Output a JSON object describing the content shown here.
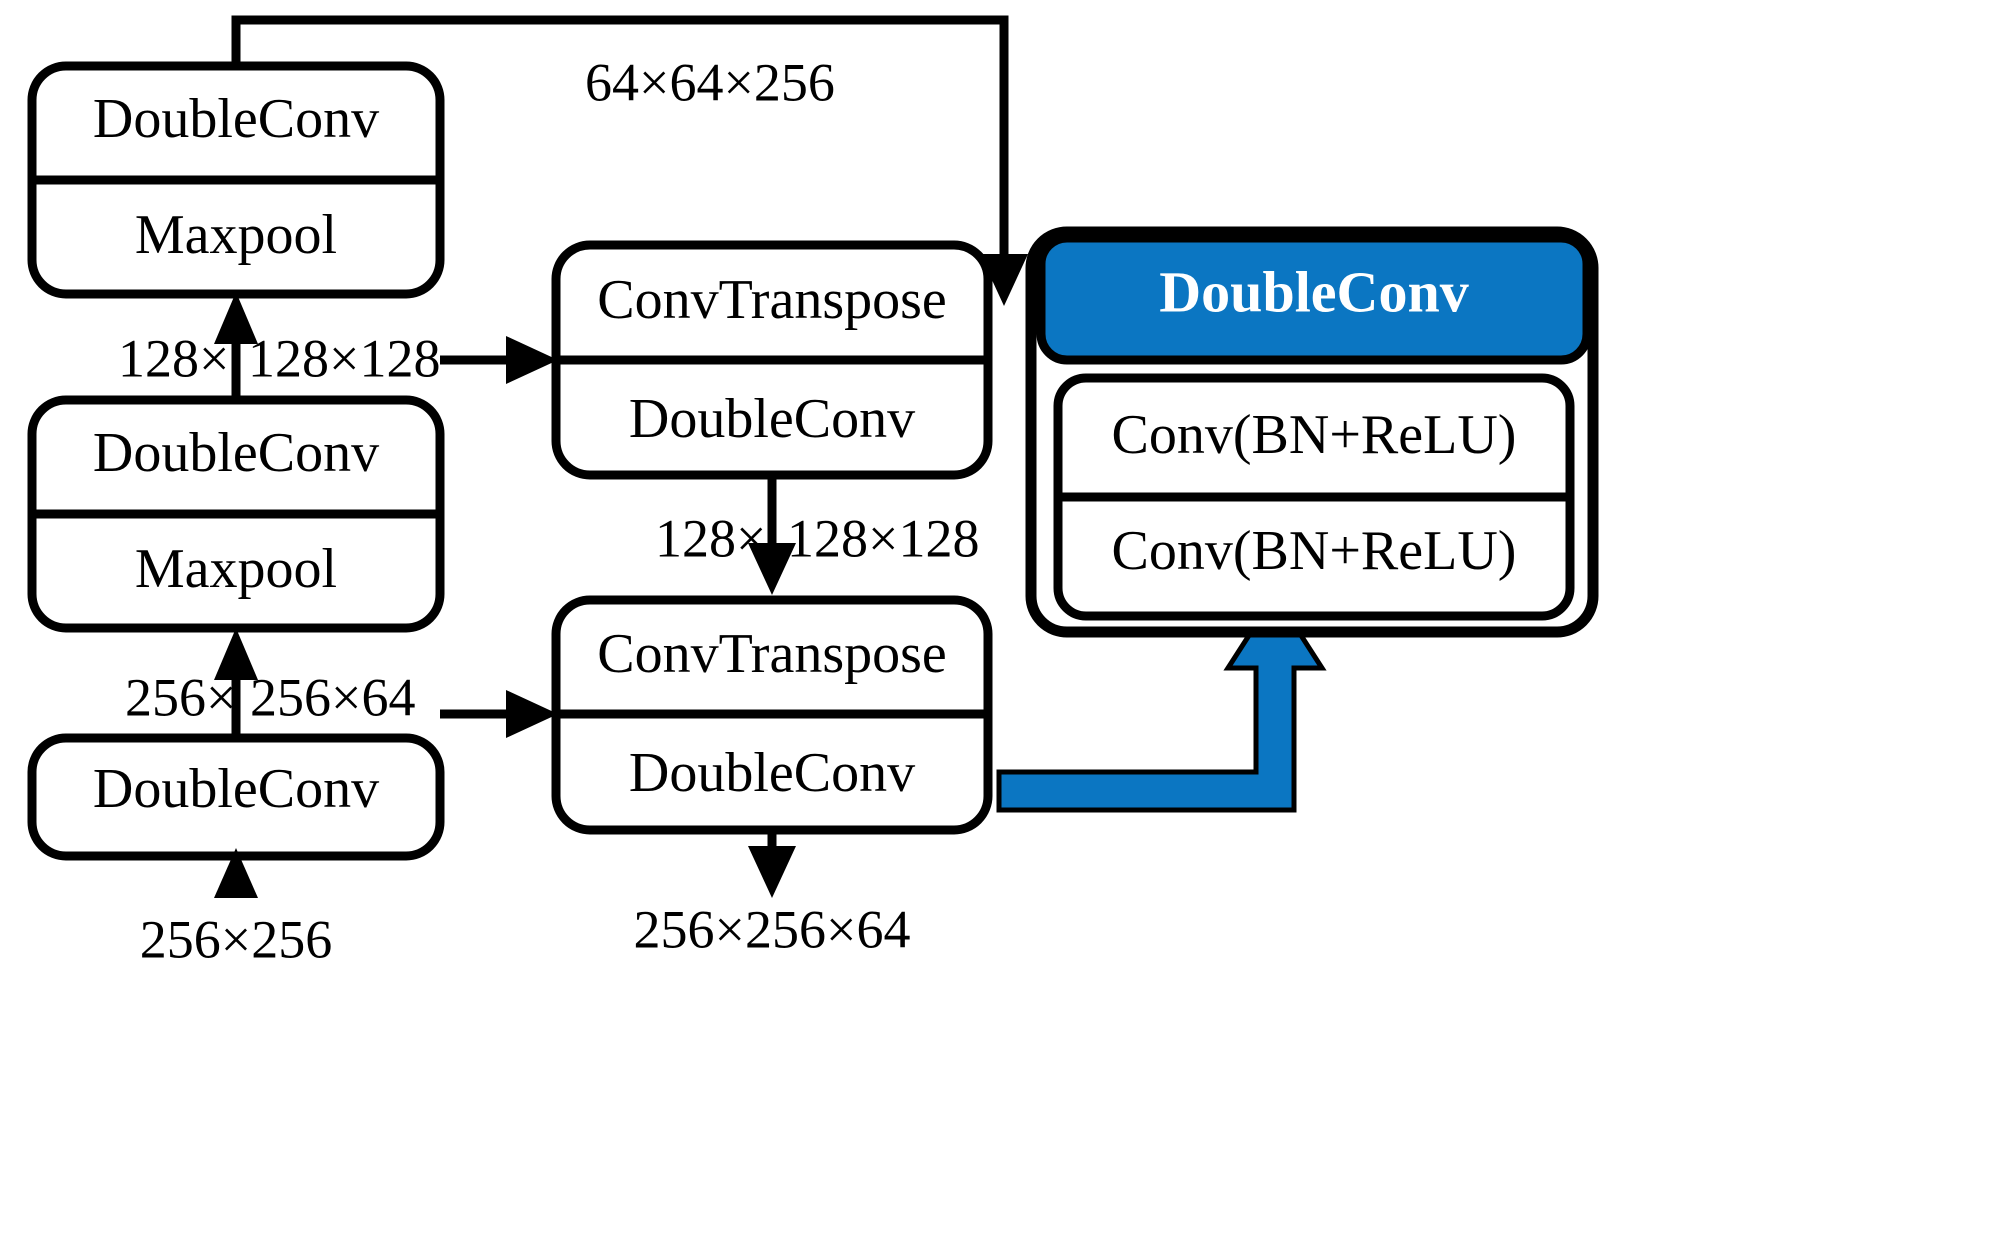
{
  "diagram": {
    "title": "U-Net style encoder-decoder architecture with DoubleConv legend",
    "colors": {
      "accent_blue": "#0B76C2",
      "stroke_black": "#000000",
      "background_white": "#FFFFFF"
    },
    "encoder_blocks": [
      {
        "id": "enc-top",
        "rows": [
          "DoubleConv",
          "Maxpool"
        ]
      },
      {
        "id": "enc-mid",
        "rows": [
          "DoubleConv",
          "Maxpool"
        ]
      },
      {
        "id": "enc-bottom",
        "rows": [
          "DoubleConv"
        ]
      }
    ],
    "decoder_blocks": [
      {
        "id": "dec-top",
        "rows": [
          "ConvTranspose",
          "DoubleConv"
        ]
      },
      {
        "id": "dec-bottom",
        "rows": [
          "ConvTranspose",
          "DoubleConv"
        ]
      }
    ],
    "legend": {
      "header": "DoubleConv",
      "rows": [
        "Conv(BN+ReLU)",
        "Conv(BN+ReLU)"
      ]
    },
    "edge_labels": {
      "input": "256×256",
      "enc_bottom_to_mid_left": "256×",
      "enc_bottom_to_mid_right": "256×64",
      "enc_mid_to_top_left": "128×",
      "enc_mid_to_top_right": "128×128",
      "skip_top": "64×64×256",
      "dec_top_to_bottom_left": "128×",
      "dec_top_to_bottom_right": "128×128",
      "output": "256×256×64"
    }
  }
}
